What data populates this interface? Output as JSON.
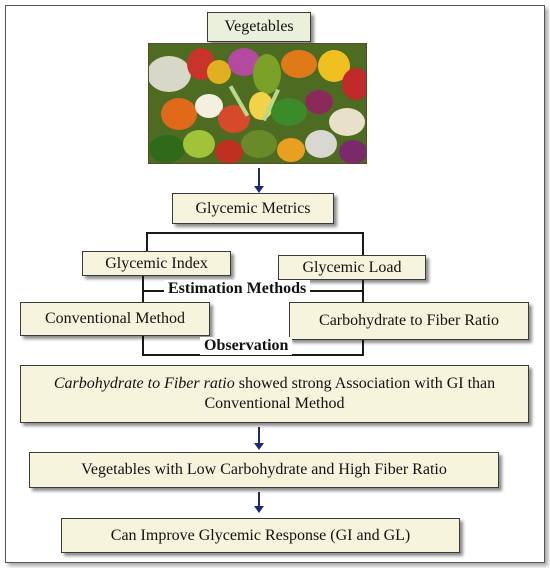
{
  "top_box": "Vegetables",
  "image_alt_name": "vegetables-photo",
  "metrics_box": "Glycemic Metrics",
  "gi_box": "Glycemic Index",
  "gl_box": "Glycemic Load",
  "estimation_label": "Estimation Methods",
  "conventional_box": "Conventional Method",
  "ratio_box": "Carbohydrate to Fiber Ratio",
  "observation_label": "Observation",
  "observation_box": {
    "italic": "Carbohydrate to Fiber ratio",
    "rest": " showed strong Association with GI than Conventional Method"
  },
  "low_carb_box": "Vegetables with Low Carbohydrate and High Fiber Ratio",
  "result_box": "Can Improve Glycemic Response (GI and GL)",
  "colors": {
    "box_fill": "#f6f4dc",
    "arrow": "#1e2a6e",
    "connector": "#1a1a1a"
  }
}
